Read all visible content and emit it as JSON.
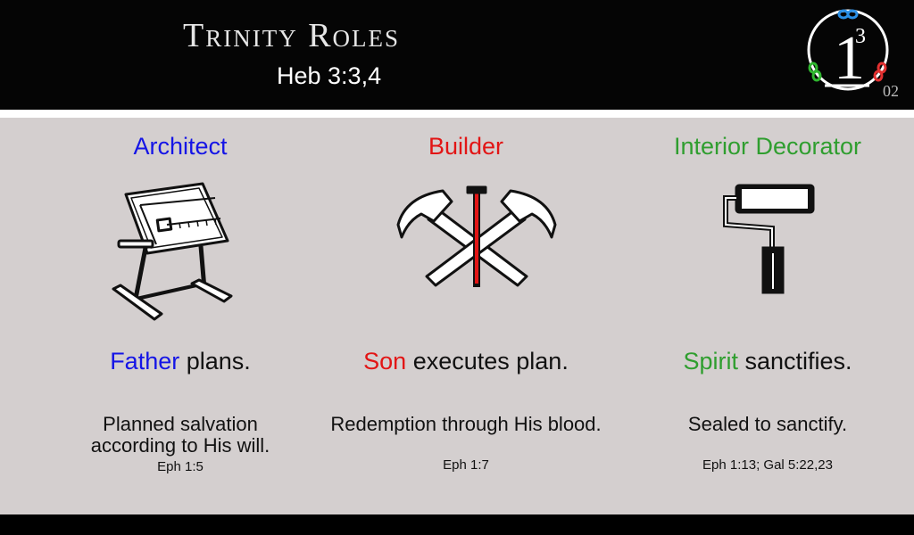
{
  "header": {
    "title": "Trinity Roles",
    "subtitle": "Heb 3:3,4",
    "page_number": "02",
    "logo": {
      "digit": "1",
      "superscript": "3"
    }
  },
  "colors": {
    "father": "#1515e6",
    "son": "#e21515",
    "spirit": "#2f9e2f",
    "panel": "#d4cfcf"
  },
  "roles": [
    {
      "role": "Architect",
      "icon": "drafting-table-icon",
      "subject": "Father",
      "action": " plans.",
      "desc_lines": [
        "Planned salvation",
        "according to His will."
      ],
      "ref": "Eph 1:5"
    },
    {
      "role": "Builder",
      "icon": "crossed-hammers-nail-icon",
      "subject": "Son",
      "action": " executes plan.",
      "desc_lines": [
        "Redemption through His blood."
      ],
      "ref": "Eph 1:7"
    },
    {
      "role": "Interior Decorator",
      "icon": "paint-roller-icon",
      "subject": "Spirit",
      "action": " sanctifies.",
      "desc_lines": [
        "Sealed to sanctify."
      ],
      "ref": "Eph 1:13; Gal 5:22,23"
    }
  ]
}
